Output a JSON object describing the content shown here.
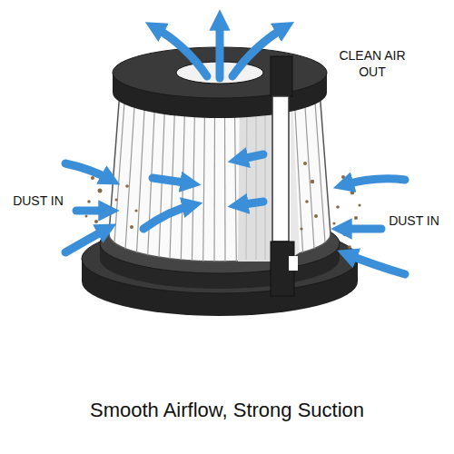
{
  "diagram": {
    "caption": "Smooth Airflow, Strong Suction",
    "labels": [
      "CLEAN AIR OUT",
      "DUST IN",
      "DUST IN"
    ]
  }
}
